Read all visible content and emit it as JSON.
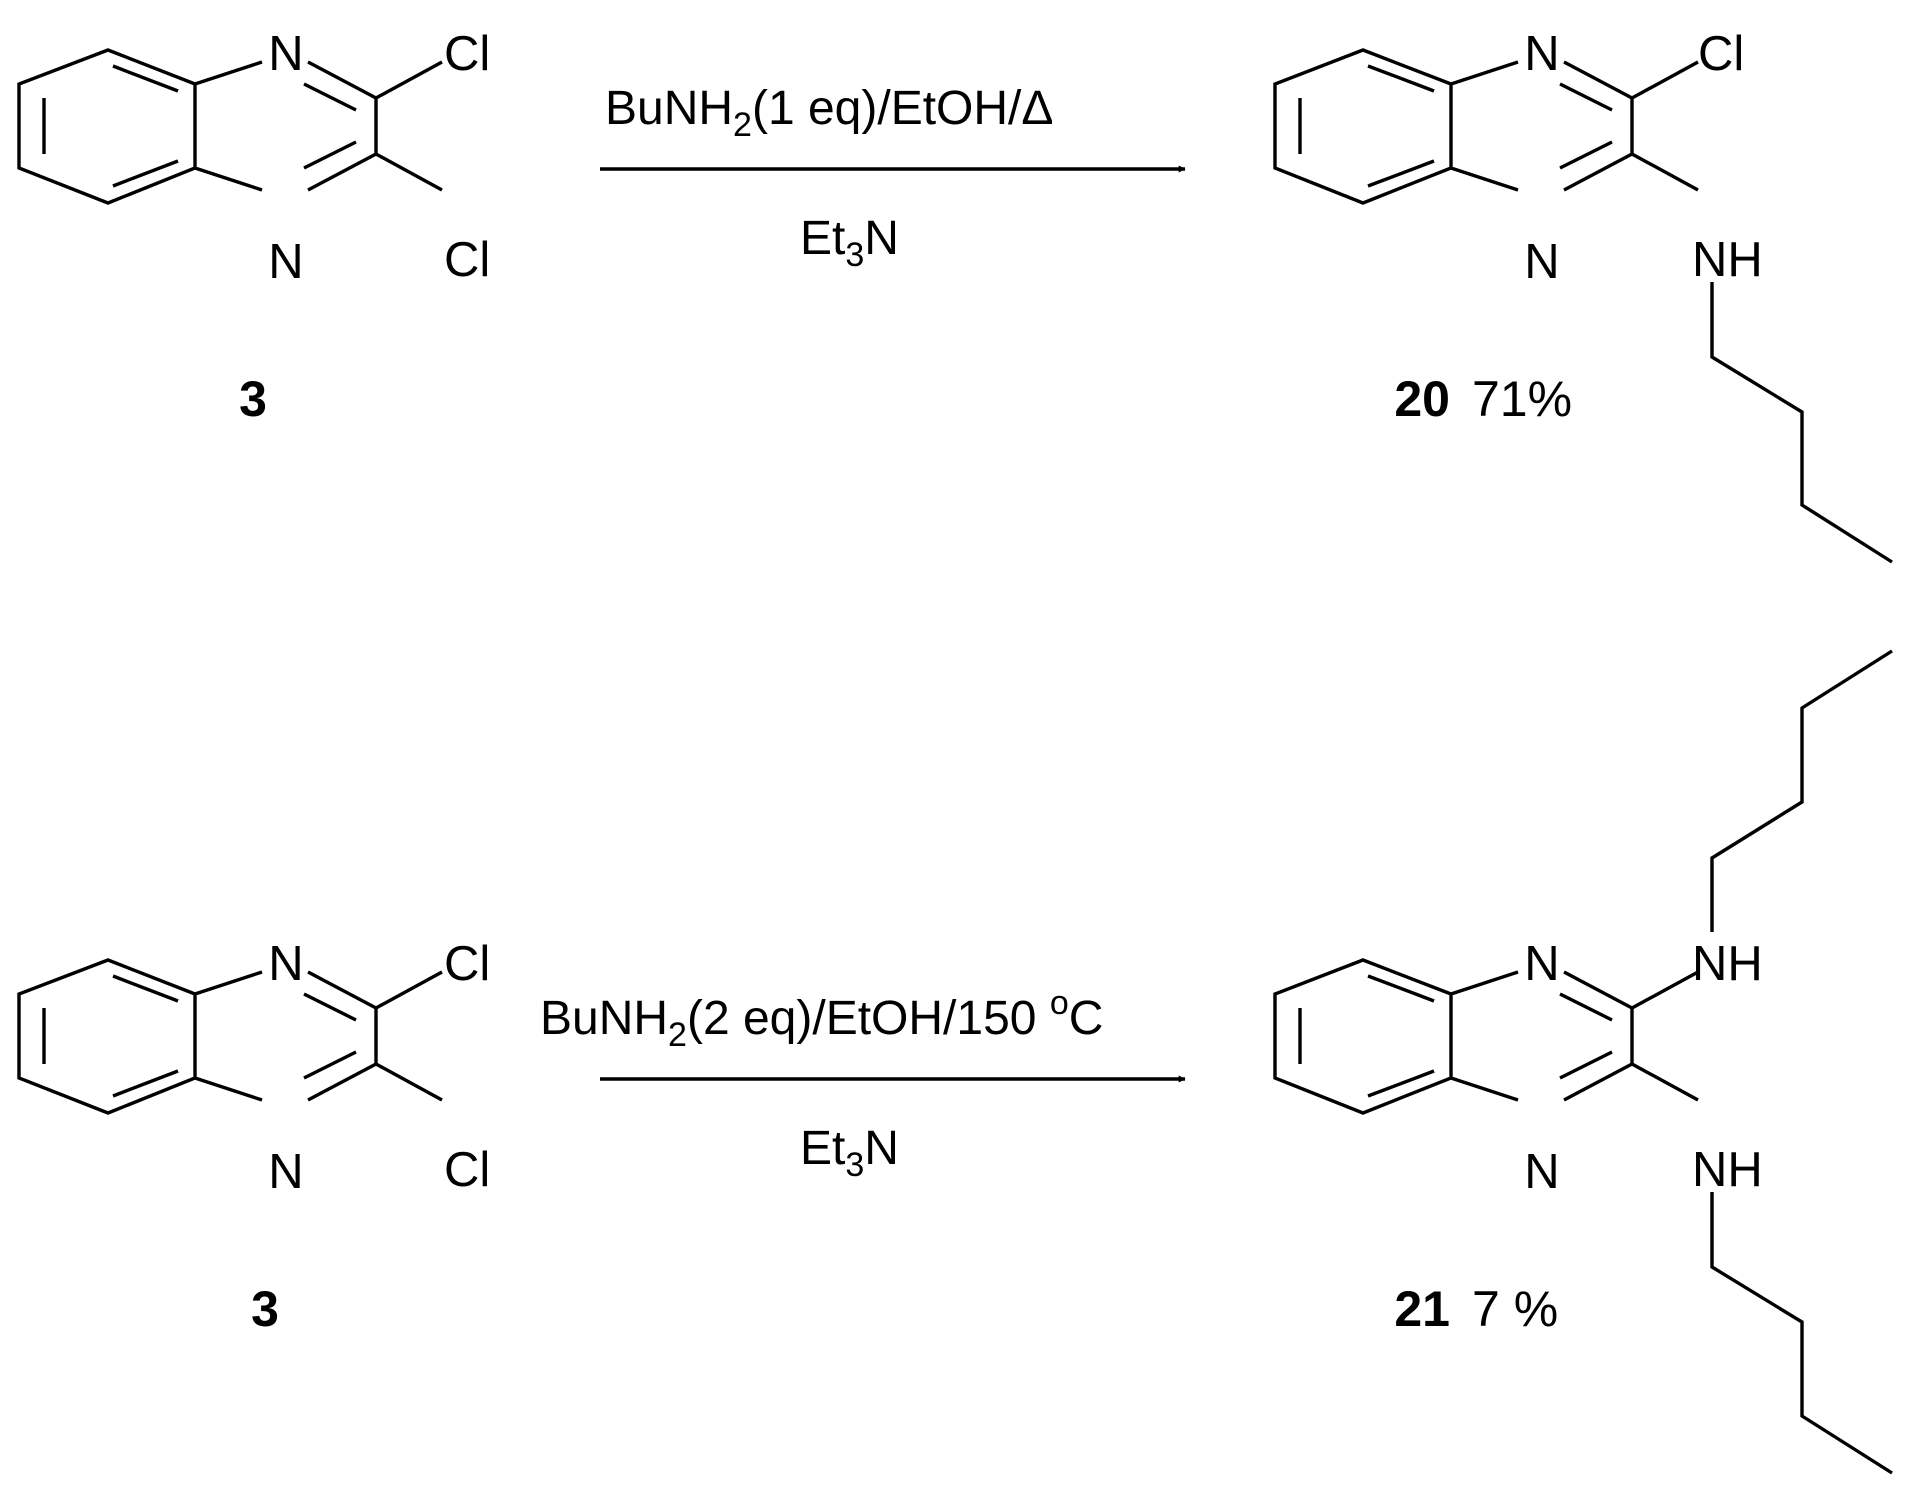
{
  "reactions": [
    {
      "starting_material": {
        "compound_id": "3",
        "atoms": {
          "n_top": "N",
          "n_bottom": "N",
          "cl_top": "Cl",
          "cl_bottom": "Cl"
        }
      },
      "conditions": {
        "reagent_prefix": "BuNH",
        "reagent_subscript": "2",
        "reagent_suffix": "(1 eq)/EtOH/Δ",
        "base_prefix": "Et",
        "base_subscript": "3",
        "base_suffix": "N"
      },
      "product": {
        "compound_id": "20",
        "yield": "71%",
        "atoms": {
          "n_top": "N",
          "n_bottom": "N",
          "cl": "Cl",
          "nh": "NH"
        }
      }
    },
    {
      "starting_material": {
        "compound_id": "3",
        "atoms": {
          "n_top": "N",
          "n_bottom": "N",
          "cl_top": "Cl",
          "cl_bottom": "Cl"
        }
      },
      "conditions": {
        "reagent_prefix": "BuNH",
        "reagent_subscript": "2",
        "reagent_suffix": "(2 eq)/EtOH/150 ",
        "reagent_degree": "o",
        "reagent_unit": "C",
        "base_prefix": "Et",
        "base_subscript": "3",
        "base_suffix": "N"
      },
      "product": {
        "compound_id": "21",
        "yield": "7 %",
        "atoms": {
          "n_top": "N",
          "n_bottom": "N",
          "nh_top": "NH",
          "nh_bottom": "NH"
        }
      }
    }
  ]
}
